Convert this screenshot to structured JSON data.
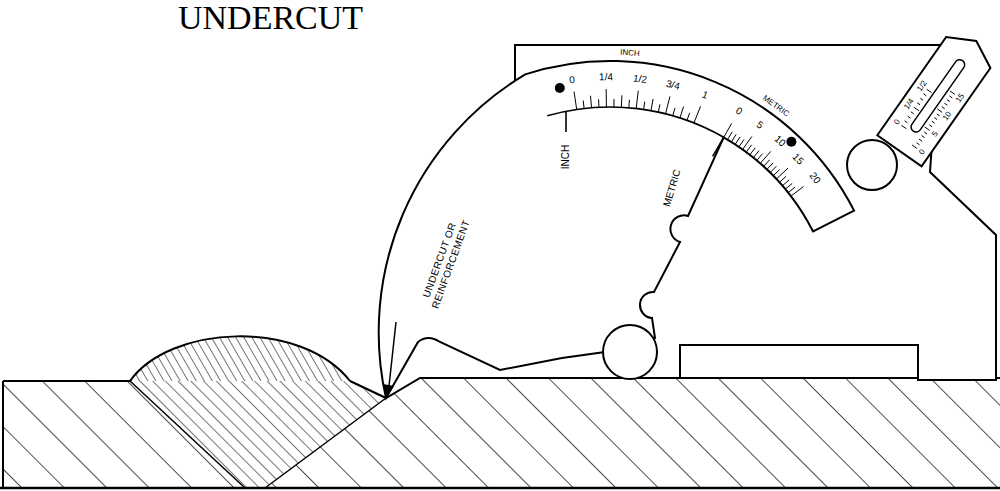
{
  "diagram": {
    "title": "UNDERCUT",
    "labels": [
      "INCH",
      "0",
      "1/4",
      "1/2",
      "3/4",
      "1",
      "0",
      "METRIC",
      "5",
      "10",
      "15",
      "20",
      "INCH",
      "METRIC",
      "UNDERCUT OR REINFORCEMENT",
      "1/2",
      "1/4",
      "0",
      "15",
      "10",
      "5",
      "0"
    ]
  }
}
